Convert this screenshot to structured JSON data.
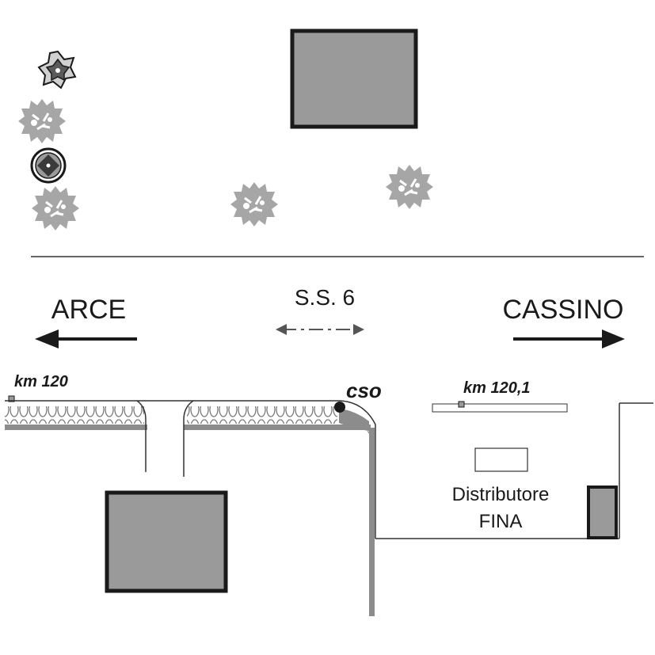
{
  "labels": {
    "arce": "ARCE",
    "cassino": "CASSINO",
    "road": "S.S. 6",
    "km_left": "km 120",
    "km_right": "km 120,1",
    "cso": "cso",
    "station_line1": "Distributore",
    "station_line2": "FINA"
  },
  "icons": {
    "tree": "bush-icon",
    "poi_star": "star-marker-icon",
    "poi_circle": "round-marker-icon"
  },
  "colors": {
    "building_fill": "#9a9a9a",
    "outline": "#1a1a1a",
    "road_stroke": "#8c8c8c",
    "bush": "#a6a6a6"
  }
}
